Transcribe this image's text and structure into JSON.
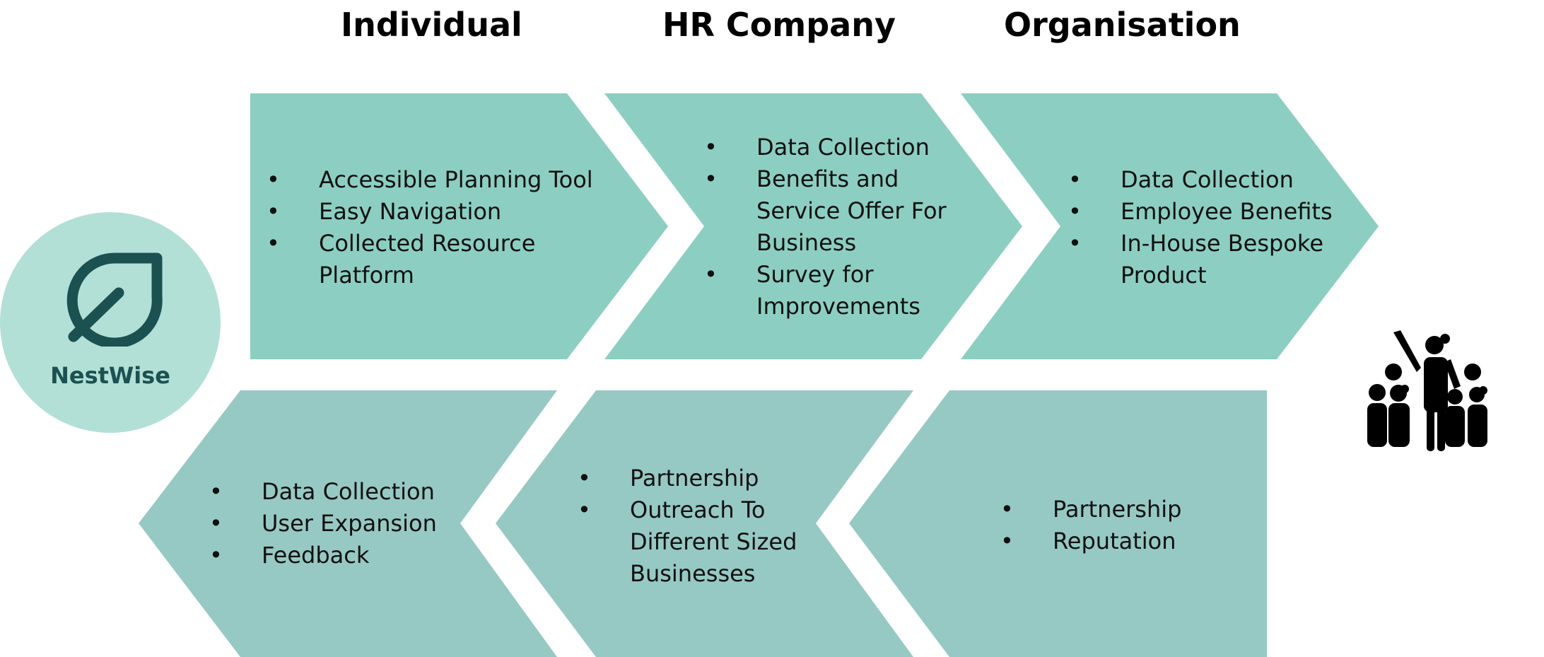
{
  "headers": [
    "Individual",
    "HR Company",
    "Organisation"
  ],
  "top_row": [
    {
      "items": [
        "Accessible Planning Tool",
        "Easy Navigation",
        "Collected Resource Platform"
      ]
    },
    {
      "items": [
        "Data Collection",
        "Benefits and Service Offer For Business",
        "Survey for Improvements"
      ]
    },
    {
      "items": [
        "Data Collection",
        "Employee Benefits",
        "In-House Bespoke Product"
      ]
    }
  ],
  "bottom_row": [
    {
      "items": [
        "Data Collection",
        "User Expansion",
        "Feedback"
      ]
    },
    {
      "items": [
        "Partnership",
        "Outreach To Different Sized Businesses"
      ]
    },
    {
      "items": [
        "Partnership",
        "Reputation"
      ]
    }
  ],
  "logo": {
    "name": "NestWise",
    "icon": "leaf-icon"
  },
  "people_icon": "people-group-icon",
  "colors": {
    "top_fill": "#8ccfc2",
    "bottom_fill": "#96c9c4",
    "logo_circle": "#b2e0d7",
    "brand_dark": "#1b5150"
  }
}
